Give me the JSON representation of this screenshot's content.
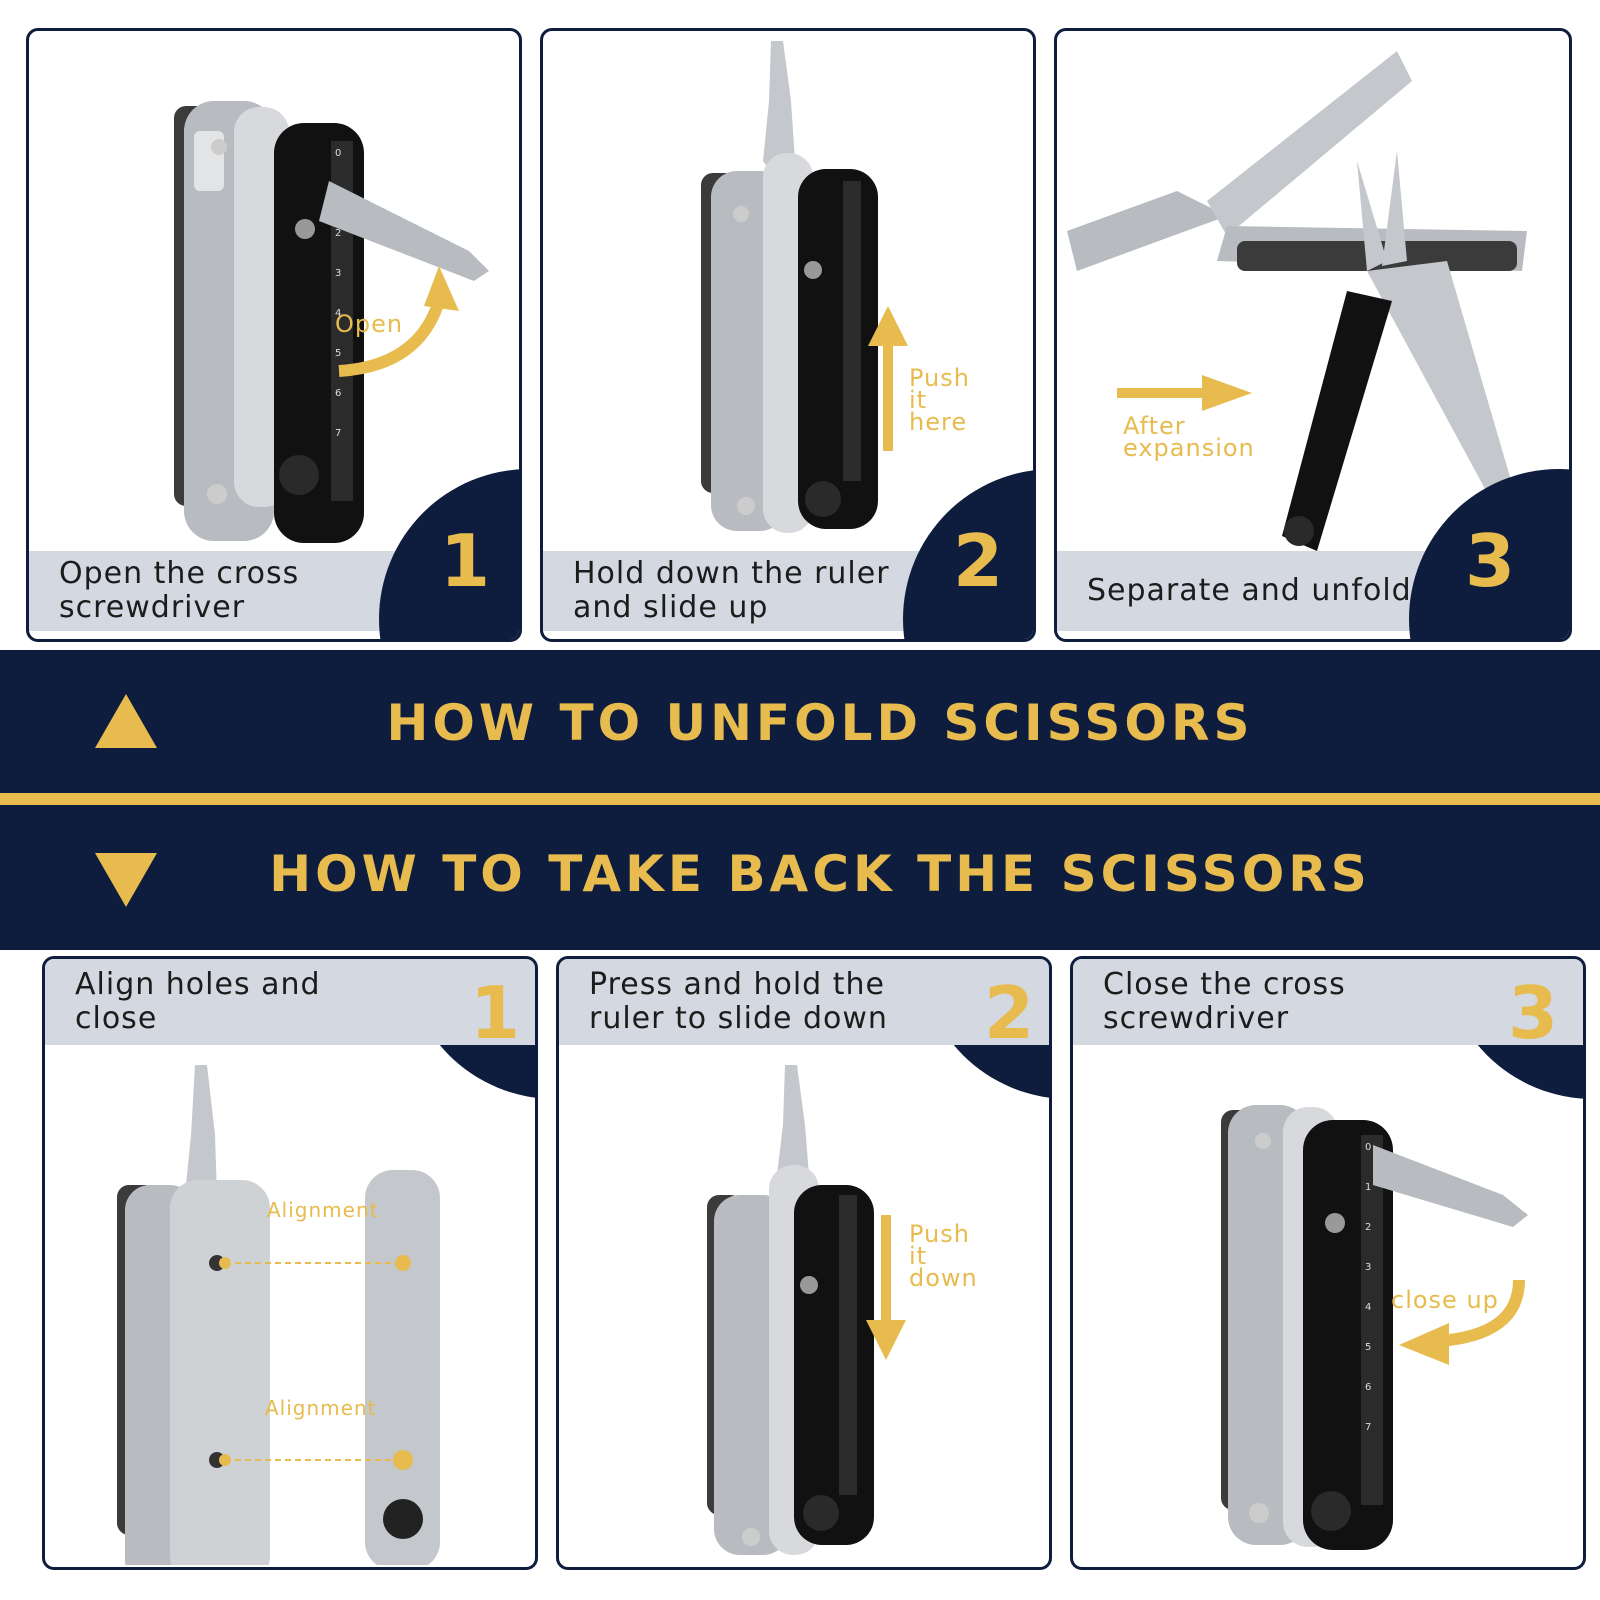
{
  "unfold": {
    "heading": "HOW TO UNFOLD SCISSORS",
    "steps": [
      {
        "number": "1",
        "caption": "Open the cross\nscrewdriver",
        "annotation": "Open"
      },
      {
        "number": "2",
        "caption": "Hold down the ruler\nand slide up",
        "annotation": "Push\nit\nhere"
      },
      {
        "number": "3",
        "caption": "Separate and unfold",
        "annotation": "After\nexpansion"
      }
    ]
  },
  "takeback": {
    "heading": "HOW TO TAKE BACK THE SCISSORS",
    "steps": [
      {
        "number": "1",
        "caption": "Align holes and\nclose",
        "annotation": "Alignment",
        "annotation2": "Alignment"
      },
      {
        "number": "2",
        "caption": "Press and hold the\nruler to slide down",
        "annotation": "Push\nit\ndown"
      },
      {
        "number": "3",
        "caption": "Close the cross\nscrewdriver",
        "annotation": "close up"
      }
    ]
  },
  "colors": {
    "navy": "#0e1d3e",
    "gold": "#e7bb4e",
    "caption_bg": "#d4d9e1"
  }
}
